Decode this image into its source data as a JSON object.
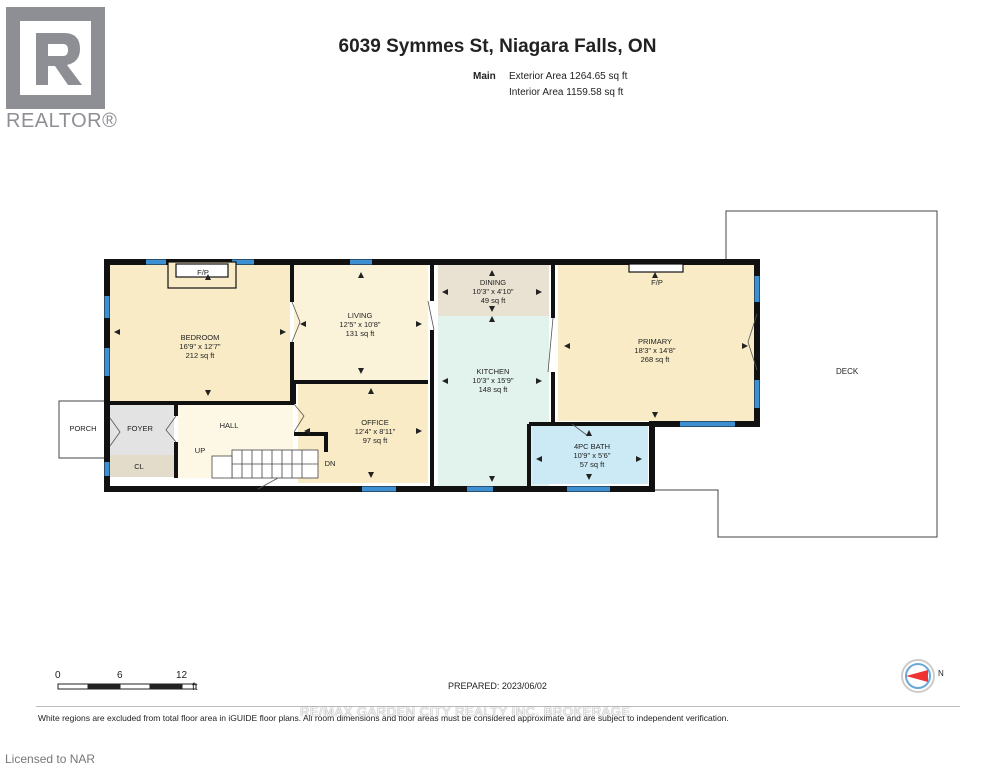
{
  "header": {
    "title": "6039 Symmes St, Niagara Falls, ON",
    "floor_name": "Main",
    "exterior_area": "Exterior Area 1264.65 sq ft",
    "interior_area": "Interior Area 1159.58 sq ft"
  },
  "logo": {
    "text": "REALTOR®"
  },
  "rooms": {
    "bedroom": {
      "name": "BEDROOM",
      "dims": "16'9\" x 12'7\"",
      "area": "212 sq ft"
    },
    "living": {
      "name": "LIVING",
      "dims": "12'5\" x 10'8\"",
      "area": "131 sq ft"
    },
    "dining": {
      "name": "DINING",
      "dims": "10'3\" x 4'10\"",
      "area": "49 sq ft"
    },
    "kitchen": {
      "name": "KITCHEN",
      "dims": "10'3\" x 15'9\"",
      "area": "148 sq ft"
    },
    "primary": {
      "name": "PRIMARY",
      "dims": "18'3\" x 14'8\"",
      "area": "268 sq ft"
    },
    "office": {
      "name": "OFFICE",
      "dims": "12'4\" x 8'11\"",
      "area": "97 sq ft"
    },
    "bath": {
      "name": "4PC BATH",
      "dims": "10'9\" x 5'6\"",
      "area": "57 sq ft"
    }
  },
  "labels": {
    "porch": "PORCH",
    "foyer": "FOYER",
    "hall": "HALL",
    "closet": "CL",
    "up": "UP",
    "down": "DN",
    "deck": "DECK",
    "fireplace_1": "F/P",
    "fireplace_2": "F/P"
  },
  "scale": {
    "ticks": [
      "0",
      "6",
      "12"
    ],
    "unit": "ft"
  },
  "compass": {
    "label": "N"
  },
  "footer": {
    "prepared": "PREPARED: 2023/06/02",
    "note": "White regions are excluded from total floor area in iGUIDE floor plans. All room dimensions and floor areas must be considered approximate and are subject to independent verification.",
    "watermark": "RE/MAX GARDEN CITY REALTY INC, BROKERAGE",
    "licensed": "Licensed to NAR"
  },
  "colors": {
    "bedroom": "#f8ebc6",
    "living": "#fbf3d9",
    "dining": "#e9e1d1",
    "kitchen": "#e2f2ec",
    "primary": "#f8ebc6",
    "office": "#f8ebc6",
    "bath": "#cce9f6",
    "hall": "#fdf8e6",
    "foyer": "#e3e3e3",
    "closet": "#e3dccb",
    "wall": "#111111",
    "window": "#3d8fd1"
  }
}
